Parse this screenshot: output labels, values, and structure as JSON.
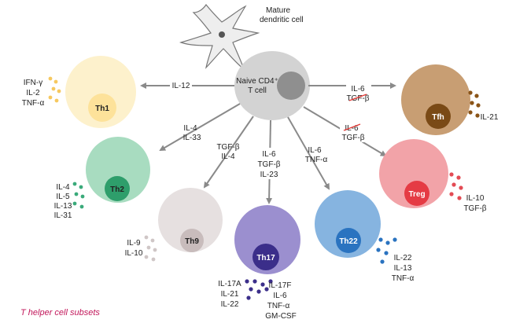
{
  "dendritic_cell": {
    "label_line1": "Mature",
    "label_line2": "dendritic cell"
  },
  "naive_cell": {
    "label_line1": "Naive CD4⁺",
    "label_line2": "T cell"
  },
  "arrows": {
    "th1": [
      "IL-12"
    ],
    "th2": [
      "IL-4",
      "IL-33"
    ],
    "th9": [
      "TGF-β",
      "IL-4"
    ],
    "th17": [
      "IL-6",
      "TGF-β",
      "IL-23"
    ],
    "th22": [
      "IL-6",
      "TNF-α"
    ],
    "treg": [
      "IL-6",
      "TGF-β"
    ],
    "tfh": [
      "IL-6",
      "TGF-β"
    ]
  },
  "subsets": {
    "th1": {
      "name": "Th1",
      "cytokines": [
        "IFN-γ",
        "IL-2",
        "TNF-α"
      ],
      "cell_color": "#fdf1cc",
      "nucleus_color": "#fde29a",
      "dot_color": "#f6c85f"
    },
    "th2": {
      "name": "Th2",
      "cytokines": [
        "IL-4",
        "IL-5",
        "IL-13",
        "IL-31"
      ],
      "cell_color": "#a8dcc0",
      "nucleus_color": "#2e9e6b",
      "dot_color": "#3aaa7a"
    },
    "th9": {
      "name": "Th9",
      "cytokines": [
        "IL-9",
        "IL-10"
      ],
      "cell_color": "#e6e0e0",
      "nucleus_color": "#c8bcbc",
      "dot_color": "#cfc6c6"
    },
    "th17": {
      "name": "Th17",
      "cytokines_left": [
        "IL-17A",
        "IL-21",
        "IL-22"
      ],
      "cytokines_right": [
        "IL-17F",
        "IL-6",
        "TNF-α",
        "GM-CSF"
      ],
      "cell_color": "#9b8fcf",
      "nucleus_color": "#3b2e8a",
      "dot_color": "#3b2e8a"
    },
    "th22": {
      "name": "Th22",
      "cytokines": [
        "IL-22",
        "IL-13",
        "TNF-α"
      ],
      "cell_color": "#86b4e0",
      "nucleus_color": "#2a73c0",
      "dot_color": "#2a73c0"
    },
    "treg": {
      "name": "Treg",
      "cytokines": [
        "IL-10",
        "TGF-β"
      ],
      "cell_color": "#f2a3a8",
      "nucleus_color": "#e53b44",
      "dot_color": "#e34b54"
    },
    "tfh": {
      "name": "Tfh",
      "cytokines": [
        "IL-21"
      ],
      "cell_color": "#c89e73",
      "nucleus_color": "#7a4a16",
      "dot_color": "#8a5418"
    }
  },
  "caption": "T helper cell subsets"
}
